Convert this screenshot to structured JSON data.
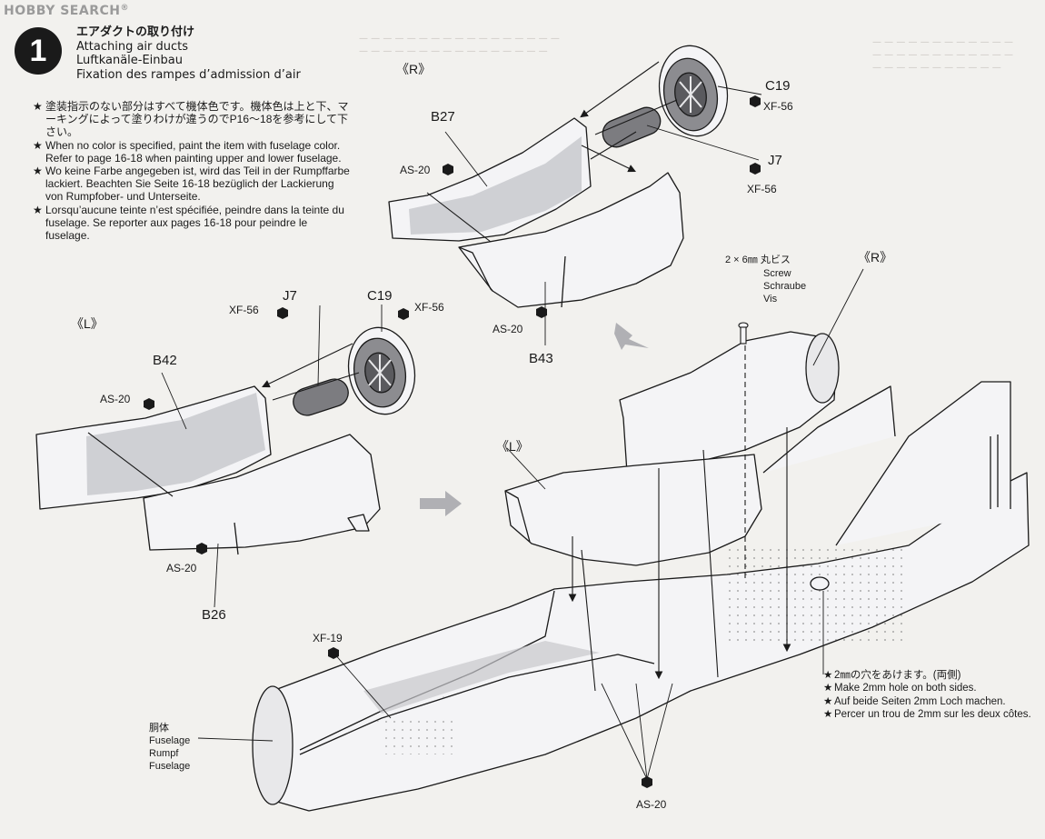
{
  "watermark": {
    "brand": "HOBBY SEARCH",
    "registered": "®"
  },
  "step": {
    "number": "1",
    "title_jp": "エアダクトの取り付け",
    "title_en": "Attaching air ducts",
    "title_de": "Luftkanäle-Einbau",
    "title_fr": "Fixation des rampes d’admission d’air"
  },
  "notes": [
    {
      "star": "★",
      "text": "塗装指示のない部分はすべて機体色です。機体色は上と下、マーキングによって塗りわけが違うのでP16〜18を参考にして下さい。"
    },
    {
      "star": "★",
      "text": "When no color is specified, paint the item with fuselage color. Refer to page 16-18 when painting upper and lower fuselage."
    },
    {
      "star": "★",
      "text": "Wo keine Farbe angegeben ist, wird das Teil in der Rumpffarbe lackiert. Beachten Sie Seite 16-18 bezüglich der Lackierung von Rumpfober- und Unterseite."
    },
    {
      "star": "★",
      "text": "Lorsqu’aucune teinte n’est spécifiée, peindre dans la teinte du fuselage. Se reporter aux pages 16-18 pour peindre le fuselage."
    }
  ],
  "side_marks": {
    "right": "《R》",
    "left": "《L》"
  },
  "parts": {
    "c19": "C19",
    "j7": "J7",
    "b27": "B27",
    "b43": "B43",
    "b42": "B42",
    "b26": "B26"
  },
  "paints": {
    "xf56": "XF-56",
    "as20": "AS-20",
    "xf19": "XF-19"
  },
  "screw": {
    "jp": "2 × 6㎜ 丸ビス",
    "en": "Screw",
    "de": "Schraube",
    "fr": "Vis"
  },
  "fuselage": {
    "jp": "胴体",
    "en": "Fuselage",
    "de": "Rumpf",
    "fr": "Fuselage"
  },
  "hole_note": [
    {
      "star": "★",
      "text": "2㎜の穴をあけます。(両側)"
    },
    {
      "star": "★",
      "text": "Make 2mm hole on both sides."
    },
    {
      "star": "★",
      "text": "Auf beide Seiten 2mm Loch machen."
    },
    {
      "star": "★",
      "text": "Percer un trou de 2mm sur les deux côtes."
    }
  ],
  "colors": {
    "ink": "#1a1a1a",
    "paper": "#f2f1ee",
    "shade": "#c8c8cc",
    "part_fill": "#f4f4f6"
  },
  "icons": [
    "paint-hex-icon",
    "star-bullet-icon",
    "direction-arrow-icon"
  ]
}
